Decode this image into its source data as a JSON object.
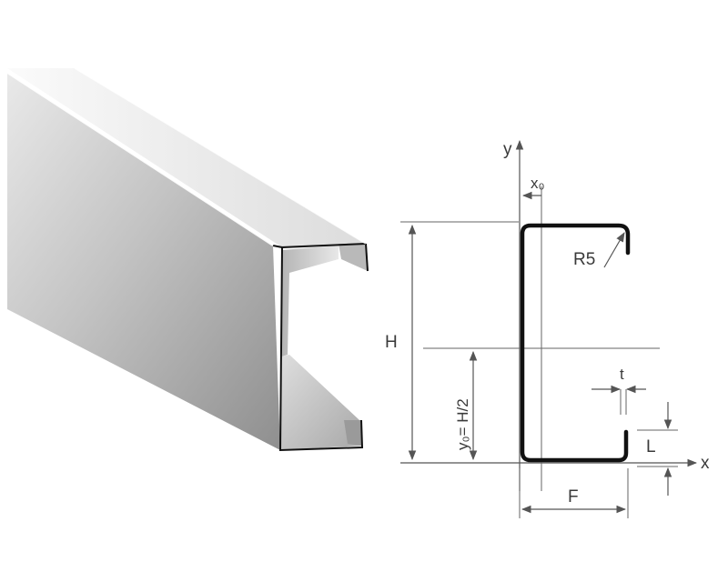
{
  "labels": {
    "axis_y": "y",
    "axis_x": "x",
    "x0": "x₀",
    "radius": "R5",
    "height": "H",
    "y0": "y₀= H/2",
    "thickness": "t",
    "lip": "L",
    "flange": "F"
  },
  "colors": {
    "profile_stroke": "#111111",
    "dimension_lines": "#555555",
    "metal_light": "#f2f2f2",
    "metal_mid": "#c9c9c9",
    "metal_dark": "#8e8e8e"
  }
}
